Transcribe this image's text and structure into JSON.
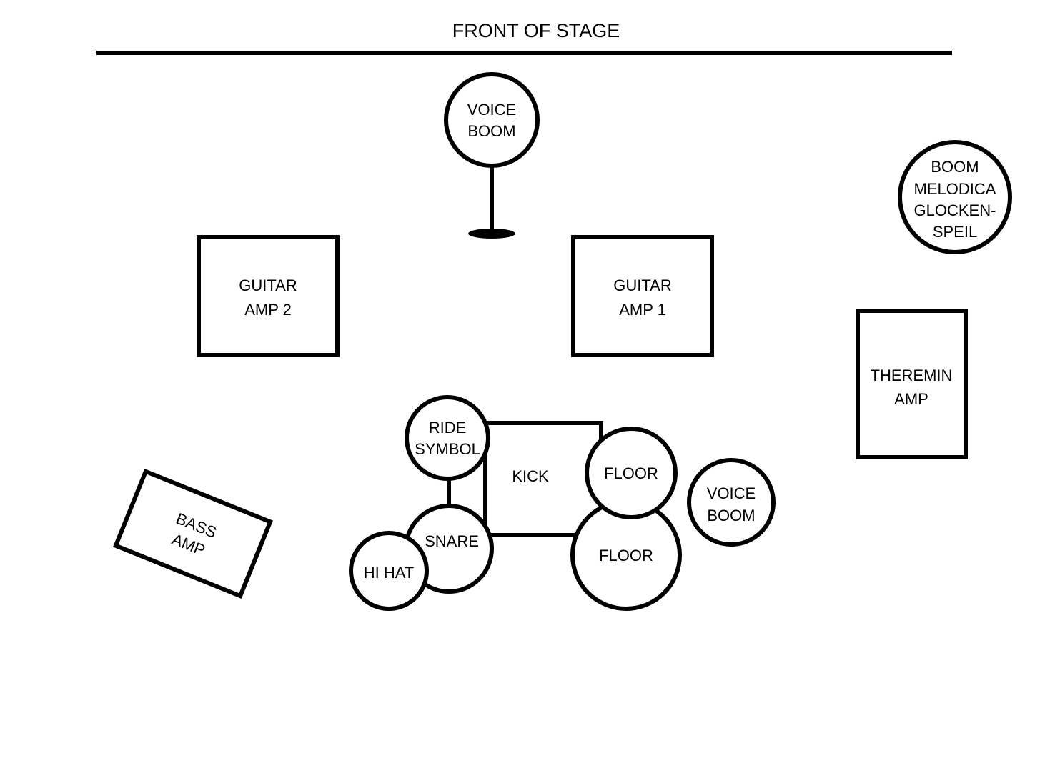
{
  "front_of_stage": "FRONT OF STAGE",
  "voice_boom_front": [
    "VOICE",
    "BOOM"
  ],
  "guitar_amp_2": [
    "GUITAR",
    "AMP 2"
  ],
  "guitar_amp_1": [
    "GUITAR",
    "AMP 1"
  ],
  "boom_melodica": [
    "BOOM",
    "MELODICA",
    "GLOCKEN-",
    "SPEIL"
  ],
  "theremin_amp": [
    "THEREMIN",
    "AMP"
  ],
  "ride_symbol": [
    "RIDE",
    "SYMBOL"
  ],
  "kick": "KICK",
  "floor_upper": "FLOOR",
  "floor_lower": "FLOOR",
  "voice_boom_drums": [
    "VOICE",
    "BOOM"
  ],
  "snare": "SNARE",
  "hi_hat": "HI HAT",
  "bass_amp": [
    "BASS",
    "AMP"
  ]
}
